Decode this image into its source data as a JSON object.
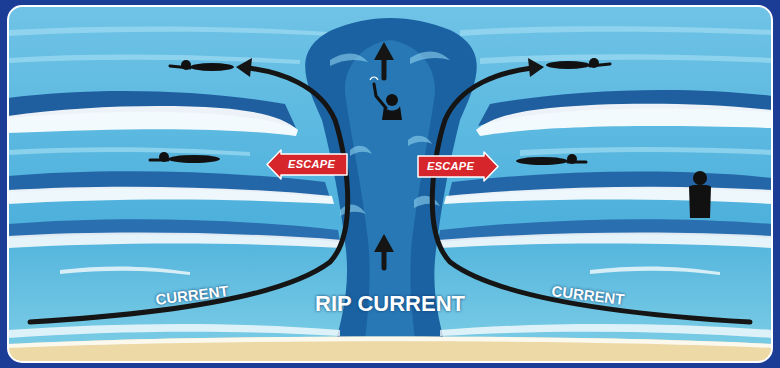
{
  "diagram": {
    "nodes": [
      {
        "text": [
          "ESCAPE"
        ]
      },
      {
        "text": [
          "ESCAPE"
        ]
      }
    ],
    "labels": [
      "CURRENT",
      "RIP CURRENT",
      "CURRENT"
    ]
  }
}
